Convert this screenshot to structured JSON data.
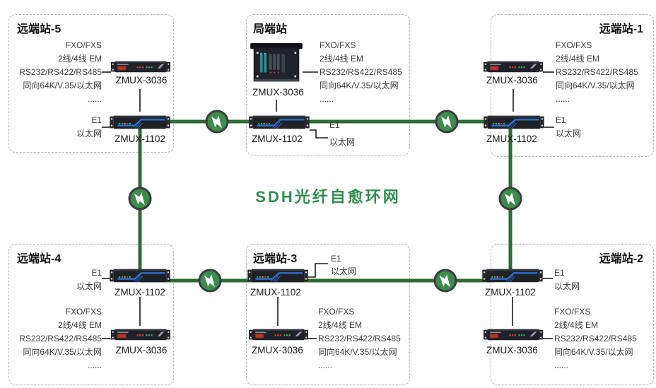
{
  "diagram_title": "SDH光纤自愈环网",
  "colors": {
    "ring": "#2d6a35",
    "icon-fill": "#3c8c4c",
    "icon-ring": "#3a3d40",
    "title-green": "#2f8f4f",
    "box-border": "#b3b3b3",
    "label-text": "#3d3d3d",
    "device-text": "#1a1a1a",
    "connector": "#1a1a1a"
  },
  "labels": {
    "services": [
      "FXO/FXS",
      "2线/4线 EM",
      "RS232/RS422/RS485",
      "同向64K/V.35/以太网",
      "......"
    ],
    "e1": "E1",
    "ethernet": "以太网",
    "mux_3036": "ZMUX-3036",
    "mux_1102": "ZMUX-1102"
  },
  "stations": [
    {
      "id": "remote-5",
      "title": "远端站-5"
    },
    {
      "id": "central",
      "title": "局端站"
    },
    {
      "id": "remote-1",
      "title": "远端站-1"
    },
    {
      "id": "remote-4",
      "title": "远端站-4"
    },
    {
      "id": "remote-3",
      "title": "远端站-3"
    },
    {
      "id": "remote-2",
      "title": "远端站-2"
    }
  ]
}
